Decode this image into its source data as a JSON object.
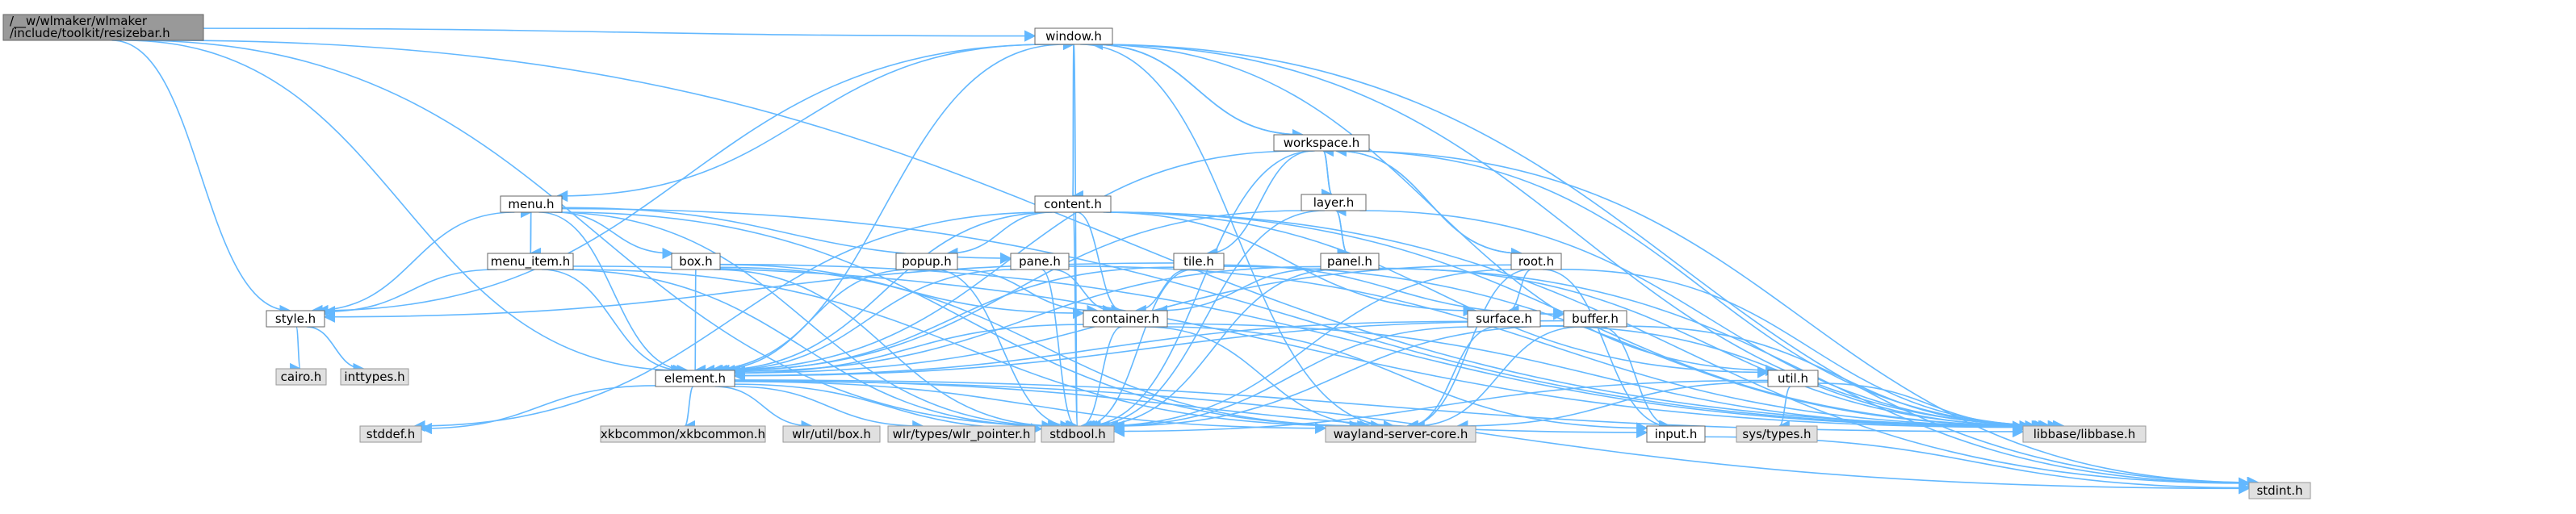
{
  "graph": {
    "nodes": [
      {
        "id": "resizebar",
        "label": "/__w/wlmaker/wlmaker/include/toolkit/resizebar.h",
        "style": "root"
      },
      {
        "id": "window",
        "label": "window.h",
        "style": "normal"
      },
      {
        "id": "workspace",
        "label": "workspace.h",
        "style": "normal"
      },
      {
        "id": "layer",
        "label": "layer.h",
        "style": "normal"
      },
      {
        "id": "menu",
        "label": "menu.h",
        "style": "normal"
      },
      {
        "id": "content",
        "label": "content.h",
        "style": "normal"
      },
      {
        "id": "menu_item",
        "label": "menu_item.h",
        "style": "normal"
      },
      {
        "id": "box",
        "label": "box.h",
        "style": "normal"
      },
      {
        "id": "popup",
        "label": "popup.h",
        "style": "normal"
      },
      {
        "id": "pane",
        "label": "pane.h",
        "style": "normal"
      },
      {
        "id": "tile",
        "label": "tile.h",
        "style": "normal"
      },
      {
        "id": "panel",
        "label": "panel.h",
        "style": "normal"
      },
      {
        "id": "root",
        "label": "root.h",
        "style": "normal"
      },
      {
        "id": "style",
        "label": "style.h",
        "style": "normal"
      },
      {
        "id": "container",
        "label": "container.h",
        "style": "normal"
      },
      {
        "id": "buffer",
        "label": "buffer.h",
        "style": "normal"
      },
      {
        "id": "surface",
        "label": "surface.h",
        "style": "normal"
      },
      {
        "id": "cairo",
        "label": "cairo.h",
        "style": "external"
      },
      {
        "id": "inttypes",
        "label": "inttypes.h",
        "style": "external"
      },
      {
        "id": "element",
        "label": "element.h",
        "style": "normal"
      },
      {
        "id": "util",
        "label": "util.h",
        "style": "normal"
      },
      {
        "id": "stddef",
        "label": "stddef.h",
        "style": "external"
      },
      {
        "id": "xkbcommon",
        "label": "xkbcommon/xkbcommon.h",
        "style": "external"
      },
      {
        "id": "wlr_box",
        "label": "wlr/util/box.h",
        "style": "external"
      },
      {
        "id": "wlr_pointer",
        "label": "wlr/types/wlr_pointer.h",
        "style": "external"
      },
      {
        "id": "stdbool",
        "label": "stdbool.h",
        "style": "external"
      },
      {
        "id": "wayland",
        "label": "wayland-server-core.h",
        "style": "external"
      },
      {
        "id": "input",
        "label": "input.h",
        "style": "normal"
      },
      {
        "id": "systypes",
        "label": "sys/types.h",
        "style": "external"
      },
      {
        "id": "libbase",
        "label": "libbase/libbase.h",
        "style": "external"
      },
      {
        "id": "stdint",
        "label": "stdint.h",
        "style": "external"
      }
    ],
    "edges": [
      [
        "resizebar",
        "window"
      ],
      [
        "resizebar",
        "element"
      ],
      [
        "resizebar",
        "style"
      ],
      [
        "resizebar",
        "stdbool"
      ],
      [
        "resizebar",
        "libbase"
      ],
      [
        "window",
        "workspace"
      ],
      [
        "window",
        "content"
      ],
      [
        "window",
        "menu"
      ],
      [
        "window",
        "util"
      ],
      [
        "window",
        "element"
      ],
      [
        "window",
        "style"
      ],
      [
        "window",
        "libbase"
      ],
      [
        "window",
        "stdint"
      ],
      [
        "window",
        "stdbool"
      ],
      [
        "window",
        "wayland"
      ],
      [
        "workspace",
        "window"
      ],
      [
        "workspace",
        "layer"
      ],
      [
        "workspace",
        "tile"
      ],
      [
        "workspace",
        "root"
      ],
      [
        "workspace",
        "element"
      ],
      [
        "workspace",
        "libbase"
      ],
      [
        "workspace",
        "stdbool"
      ],
      [
        "workspace",
        "stdint"
      ],
      [
        "layer",
        "workspace"
      ],
      [
        "layer",
        "panel"
      ],
      [
        "layer",
        "libbase"
      ],
      [
        "layer",
        "stdbool"
      ],
      [
        "layer",
        "element"
      ],
      [
        "menu",
        "menu_item"
      ],
      [
        "menu",
        "box"
      ],
      [
        "menu",
        "pane"
      ],
      [
        "menu",
        "element"
      ],
      [
        "menu",
        "style"
      ],
      [
        "menu",
        "libbase"
      ],
      [
        "menu",
        "stdbool"
      ],
      [
        "menu",
        "wayland"
      ],
      [
        "content",
        "window"
      ],
      [
        "content",
        "container"
      ],
      [
        "content",
        "popup"
      ],
      [
        "content",
        "surface"
      ],
      [
        "content",
        "element"
      ],
      [
        "content",
        "util"
      ],
      [
        "content",
        "stdbool"
      ],
      [
        "content",
        "stddef"
      ],
      [
        "content",
        "stdint"
      ],
      [
        "content",
        "libbase"
      ],
      [
        "menu_item",
        "menu"
      ],
      [
        "menu_item",
        "style"
      ],
      [
        "menu_item",
        "element"
      ],
      [
        "menu_item",
        "stdbool"
      ],
      [
        "menu_item",
        "libbase"
      ],
      [
        "menu_item",
        "wayland"
      ],
      [
        "box",
        "container"
      ],
      [
        "box",
        "element"
      ],
      [
        "box",
        "stdbool"
      ],
      [
        "box",
        "libbase"
      ],
      [
        "box",
        "wayland"
      ],
      [
        "popup",
        "container"
      ],
      [
        "popup",
        "element"
      ],
      [
        "popup",
        "stdbool"
      ],
      [
        "pane",
        "container"
      ],
      [
        "pane",
        "element"
      ],
      [
        "pane",
        "stdbool"
      ],
      [
        "pane",
        "libbase"
      ],
      [
        "tile",
        "container"
      ],
      [
        "tile",
        "buffer"
      ],
      [
        "tile",
        "style"
      ],
      [
        "tile",
        "element"
      ],
      [
        "tile",
        "stdbool"
      ],
      [
        "tile",
        "libbase"
      ],
      [
        "panel",
        "layer"
      ],
      [
        "panel",
        "container"
      ],
      [
        "panel",
        "element"
      ],
      [
        "panel",
        "stdbool"
      ],
      [
        "panel",
        "libbase"
      ],
      [
        "panel",
        "stdint"
      ],
      [
        "root",
        "workspace"
      ],
      [
        "root",
        "surface"
      ],
      [
        "root",
        "element"
      ],
      [
        "root",
        "input"
      ],
      [
        "root",
        "stdbool"
      ],
      [
        "root",
        "wayland"
      ],
      [
        "root",
        "libbase"
      ],
      [
        "style",
        "cairo"
      ],
      [
        "style",
        "inttypes"
      ],
      [
        "container",
        "element"
      ],
      [
        "container",
        "stdbool"
      ],
      [
        "container",
        "libbase"
      ],
      [
        "container",
        "wayland"
      ],
      [
        "container",
        "input"
      ],
      [
        "buffer",
        "element"
      ],
      [
        "buffer",
        "input"
      ],
      [
        "buffer",
        "stdbool"
      ],
      [
        "buffer",
        "libbase"
      ],
      [
        "buffer",
        "wayland"
      ],
      [
        "surface",
        "element"
      ],
      [
        "surface",
        "stdbool"
      ],
      [
        "surface",
        "libbase"
      ],
      [
        "surface",
        "wayland"
      ],
      [
        "element",
        "xkbcommon"
      ],
      [
        "element",
        "wlr_box"
      ],
      [
        "element",
        "wlr_pointer"
      ],
      [
        "element",
        "stdbool"
      ],
      [
        "element",
        "wayland"
      ],
      [
        "element",
        "input"
      ],
      [
        "element",
        "libbase"
      ],
      [
        "element",
        "stddef"
      ],
      [
        "element",
        "stdint"
      ],
      [
        "util",
        "systypes"
      ],
      [
        "util",
        "libbase"
      ],
      [
        "util",
        "stdbool"
      ],
      [
        "util",
        "wayland"
      ],
      [
        "input",
        "stdint"
      ]
    ]
  }
}
